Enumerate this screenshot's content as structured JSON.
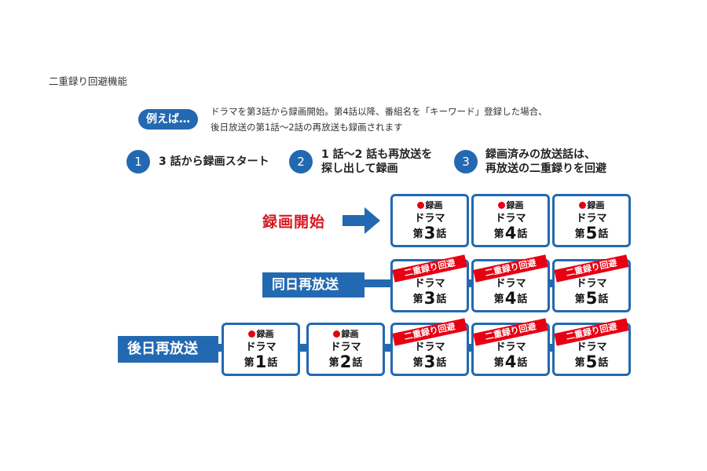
{
  "title": "二重録り回避機能",
  "example": {
    "badge": "例えば…",
    "line1": "ドラマを第3話から録画開始。第4話以降、番組名を「キーワード」登録した場合、",
    "line2": "後日放送の第1話～2話の再放送も録画されます"
  },
  "steps": [
    {
      "num": "1",
      "line1": "3 話から録画スタート",
      "line2": ""
    },
    {
      "num": "2",
      "line1": "1 話～2 話も再放送を",
      "line2": "探し出して録画"
    },
    {
      "num": "3",
      "line1": "録画済みの放送話は、",
      "line2": "再放送の二重録りを回避"
    }
  ],
  "labels": {
    "recording_start": "録画開始",
    "same_day": "同日再放送",
    "later_day": "後日再放送"
  },
  "card": {
    "rec_label": "録画",
    "drama_label": "ドラマ",
    "ep_prefix": "第",
    "ep_suffix": "話",
    "avoid_tag": "二重録り回避"
  },
  "rows": {
    "first": [
      "3",
      "4",
      "5"
    ],
    "same_day": [
      "3",
      "4",
      "5"
    ],
    "later_recorded": [
      "1",
      "2"
    ],
    "later_avoided": [
      "3",
      "4",
      "5"
    ]
  },
  "colors": {
    "blue": "#2369b1",
    "red": "#e60012",
    "label_red": "#d71920"
  }
}
